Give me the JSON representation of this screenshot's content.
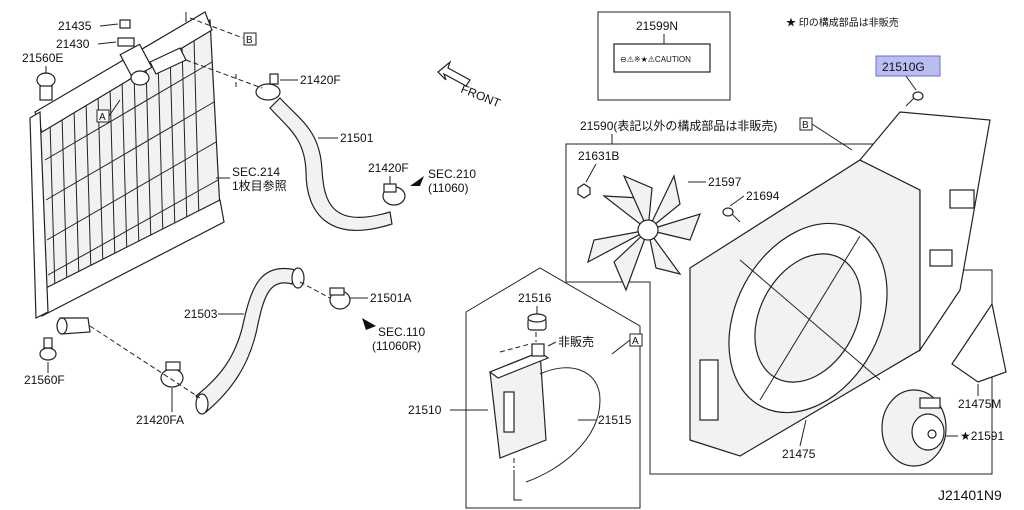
{
  "diagram_id": "J21401N9",
  "front_label": "FRONT",
  "legend": "★ 印の構成部品は非販売",
  "labels": {
    "p21435": "21435",
    "p21430": "21430",
    "p21560E": "21560E",
    "p21420F_top": "21420F",
    "p21501": "21501",
    "p21420F_mid": "21420F",
    "sec210_a": "SEC.210",
    "sec210_b": "(11060)",
    "sec214_a": "SEC.214",
    "sec214_b": "1枚目参照",
    "p21503": "21503",
    "p21501A": "21501A",
    "sec110_a": "SEC.110",
    "sec110_b": "(11060R)",
    "p21560F": "21560F",
    "p21420FA": "21420FA",
    "p21516": "21516",
    "hihanbai": "非販売",
    "p21510": "21510",
    "p21515": "21515",
    "p21599N": "21599N",
    "caution": "⊖⚠※★⚠CAUTION",
    "p21510G": "21510G",
    "p21590": "21590(表記以外の構成部品は非販売)",
    "p21631B": "21631B",
    "p21597": "21597",
    "p21694": "21694",
    "p21475M": "21475M",
    "p21475": "21475",
    "p21591": "★21591"
  },
  "ref_marks": {
    "A1": "A",
    "A2": "A",
    "B1": "B",
    "B2": "B"
  }
}
